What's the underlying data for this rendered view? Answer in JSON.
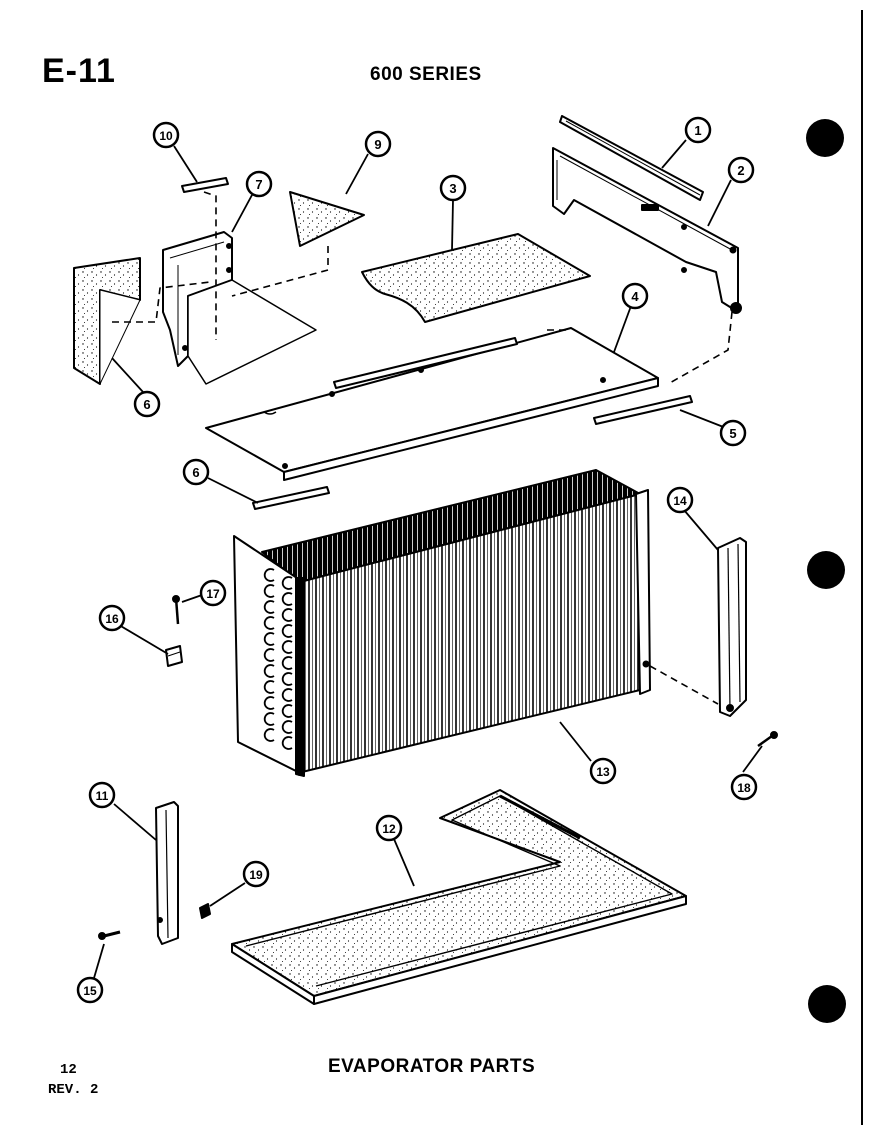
{
  "header": {
    "page_id": "E-11",
    "series": "600 SERIES"
  },
  "footer": {
    "caption": "EVAPORATOR PARTS",
    "page_number": "12",
    "revision": "REV. 2"
  },
  "callouts": {
    "c1": "1",
    "c2": "2",
    "c3": "3",
    "c4": "4",
    "c5": "5",
    "c6a": "6",
    "c6b": "6",
    "c7": "7",
    "c9": "9",
    "c10": "10",
    "c11": "11",
    "c12": "12",
    "c13": "13",
    "c14": "14",
    "c15": "15",
    "c16": "16",
    "c17": "17",
    "c18": "18",
    "c19": "19"
  },
  "colors": {
    "ink": "#000000",
    "paper": "#ffffff"
  }
}
